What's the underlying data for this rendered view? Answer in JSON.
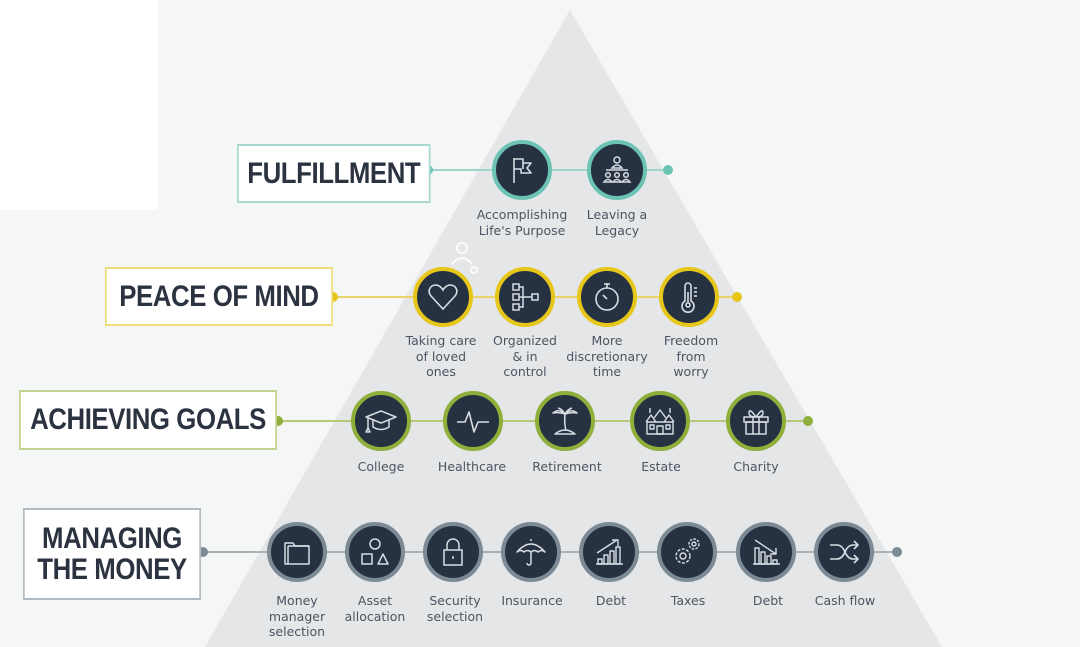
{
  "colors": {
    "background": "#f5f6f6",
    "pyramid": "#e4e6e8",
    "node_fill": "#263242",
    "text_dark": "#2b3340",
    "text_label": "#4c5561",
    "fulfillment_accent": "#6cc3b4",
    "peace_accent": "#e6c619",
    "goals_accent": "#8fae3a",
    "money_accent": "#7c8a96"
  },
  "tiers": [
    {
      "key": "fulfillment",
      "title": "FULFILLMENT",
      "items": [
        {
          "icon": "flag-icon",
          "label": "Accomplishing\nLife's Purpose"
        },
        {
          "icon": "people-hierarchy-icon",
          "label": "Leaving a\nLegacy"
        }
      ]
    },
    {
      "key": "peace",
      "title": "PEACE OF MIND",
      "items": [
        {
          "icon": "heart-icon",
          "label": "Taking care\nof loved\nones"
        },
        {
          "icon": "flowchart-icon",
          "label": "Organized\n& in\ncontrol"
        },
        {
          "icon": "stopwatch-icon",
          "label": "More\ndiscretionary\ntime"
        },
        {
          "icon": "thermometer-icon",
          "label": "Freedom\nfrom\nworry"
        }
      ]
    },
    {
      "key": "goals",
      "title": "ACHIEVING GOALS",
      "items": [
        {
          "icon": "graduation-cap-icon",
          "label": "College"
        },
        {
          "icon": "heartbeat-icon",
          "label": "Healthcare"
        },
        {
          "icon": "palm-tree-island-icon",
          "label": "Retirement"
        },
        {
          "icon": "mansion-icon",
          "label": "Estate"
        },
        {
          "icon": "gift-icon",
          "label": "Charity"
        }
      ]
    },
    {
      "key": "money",
      "title_line1": "MANAGING",
      "title_line2": "THE MONEY",
      "items": [
        {
          "icon": "folder-icon",
          "label": "Money\nmanager\nselection"
        },
        {
          "icon": "shapes-icon",
          "label": "Asset\nallocation"
        },
        {
          "icon": "padlock-icon",
          "label": "Security\nselection"
        },
        {
          "icon": "umbrella-icon",
          "label": "Insurance"
        },
        {
          "icon": "chart-up-icon",
          "label": "Debt"
        },
        {
          "icon": "gears-icon",
          "label": "Taxes"
        },
        {
          "icon": "chart-down-icon",
          "label": "Debt"
        },
        {
          "icon": "shuffle-icon",
          "label": "Cash flow"
        }
      ]
    }
  ]
}
